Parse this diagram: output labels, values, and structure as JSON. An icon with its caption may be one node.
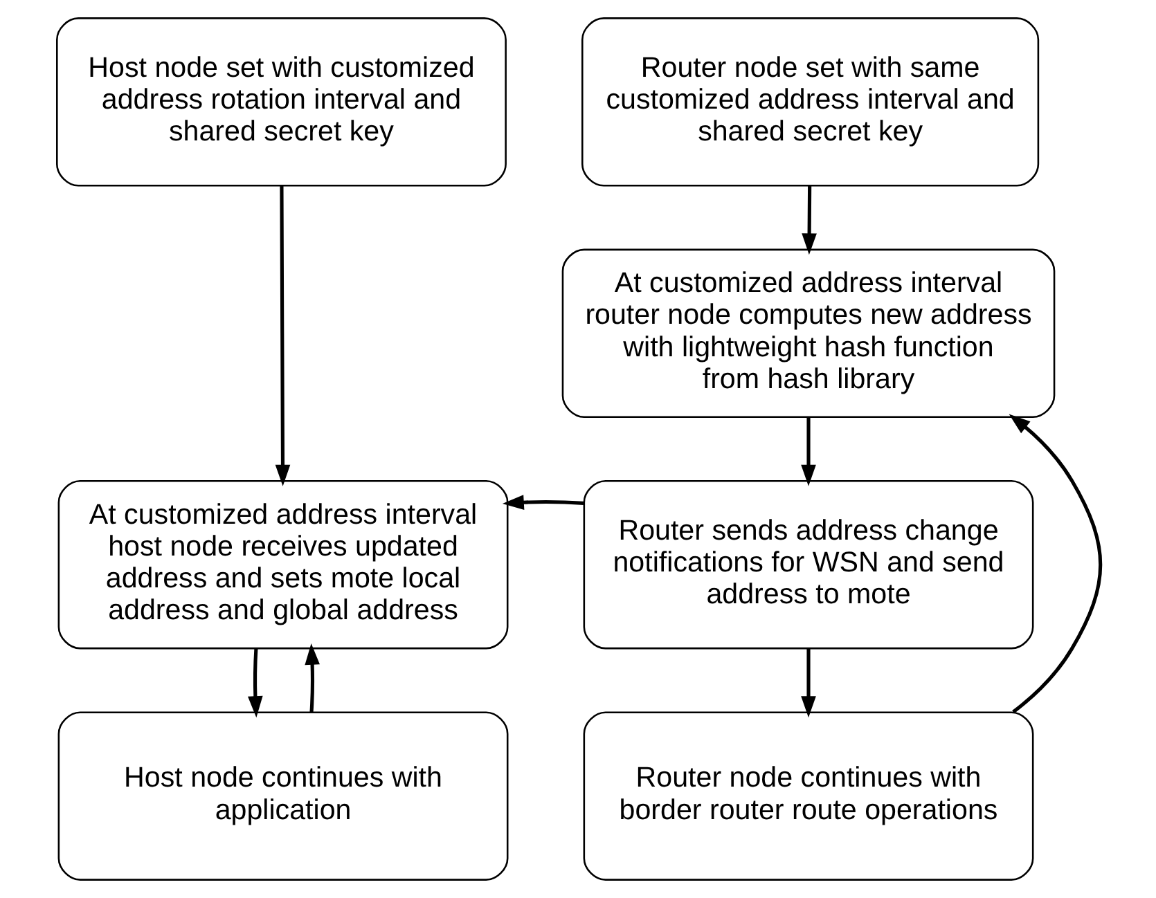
{
  "diagram": {
    "nodes": [
      {
        "text": [
          "Host node set with customized address rotation interval and shared secret key"
        ]
      },
      {
        "text": [
          "Router node set with same customized address interval and shared secret key"
        ]
      },
      {
        "text": [
          "At customized address interval router node computes new address with lightweight hash function from hash library"
        ]
      },
      {
        "text": [
          "At customized address interval host node receives updated address and sets mote local address and global address"
        ]
      },
      {
        "text": [
          "Router sends address change notifications for WSN and send address to mote"
        ]
      },
      {
        "text": [
          "Host node continues with application"
        ]
      },
      {
        "text": [
          "Router node continues with border router route operations"
        ]
      }
    ],
    "edges": [
      {
        "from": 0,
        "to": 3,
        "arrow": "to"
      },
      {
        "from": 1,
        "to": 2,
        "arrow": "to"
      },
      {
        "from": 2,
        "to": 4,
        "arrow": "to"
      },
      {
        "from": 4,
        "to": 3,
        "arrow": "to"
      },
      {
        "from": 3,
        "to": 5,
        "arrow": "to"
      },
      {
        "from": 4,
        "to": 6,
        "arrow": "to"
      },
      {
        "from": 6,
        "to": 2,
        "arrow": "to"
      },
      {
        "from": 5,
        "to": 3,
        "arrow": "to"
      }
    ]
  }
}
